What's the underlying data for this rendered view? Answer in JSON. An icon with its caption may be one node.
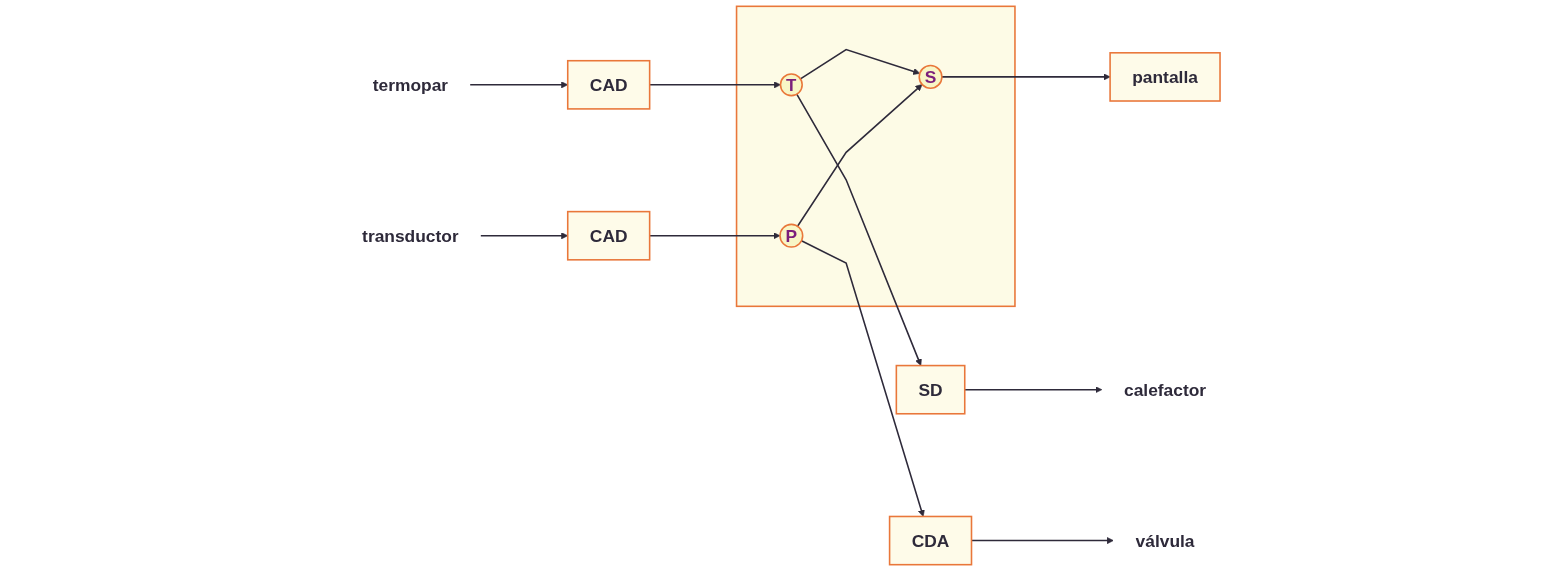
{
  "diagram": {
    "nodes": [
      {
        "text": [
          "termopar"
        ]
      },
      {
        "text": [
          "CAD"
        ]
      },
      {
        "text": [],
        "shape": "box"
      },
      {
        "text": [
          "T"
        ],
        "in": 2
      },
      {
        "text": [
          "P"
        ],
        "in": 2
      },
      {
        "text": [
          "CAD"
        ]
      },
      {
        "text": [
          "transductor"
        ]
      },
      {
        "text": [
          "calefactor"
        ]
      },
      {
        "text": [
          "SD"
        ]
      },
      {
        "text": [
          "S"
        ],
        "in": 2
      },
      {
        "text": [
          "CDA"
        ]
      },
      {
        "text": [
          "válvula"
        ]
      },
      {
        "text": [
          "pantalla"
        ]
      }
    ],
    "edges": [
      {
        "from": 0,
        "to": 1,
        "arrow": "to"
      },
      {
        "from": 1,
        "to": 3,
        "arrow": "to"
      },
      {
        "from": 6,
        "to": 5,
        "arrow": "to"
      },
      {
        "from": 5,
        "to": 4,
        "arrow": "to"
      },
      {
        "from": 3,
        "to": 9,
        "arrow": "to"
      },
      {
        "from": 4,
        "to": 9,
        "arrow": "to"
      },
      {
        "from": 3,
        "to": 8,
        "arrow": "to"
      },
      {
        "from": 8,
        "to": 7,
        "arrow": "to"
      },
      {
        "from": 4,
        "to": 10,
        "arrow": "to"
      },
      {
        "from": 10,
        "to": 11,
        "arrow": "to"
      },
      {
        "from": 9,
        "to": 12,
        "arrow": "to"
      }
    ]
  }
}
